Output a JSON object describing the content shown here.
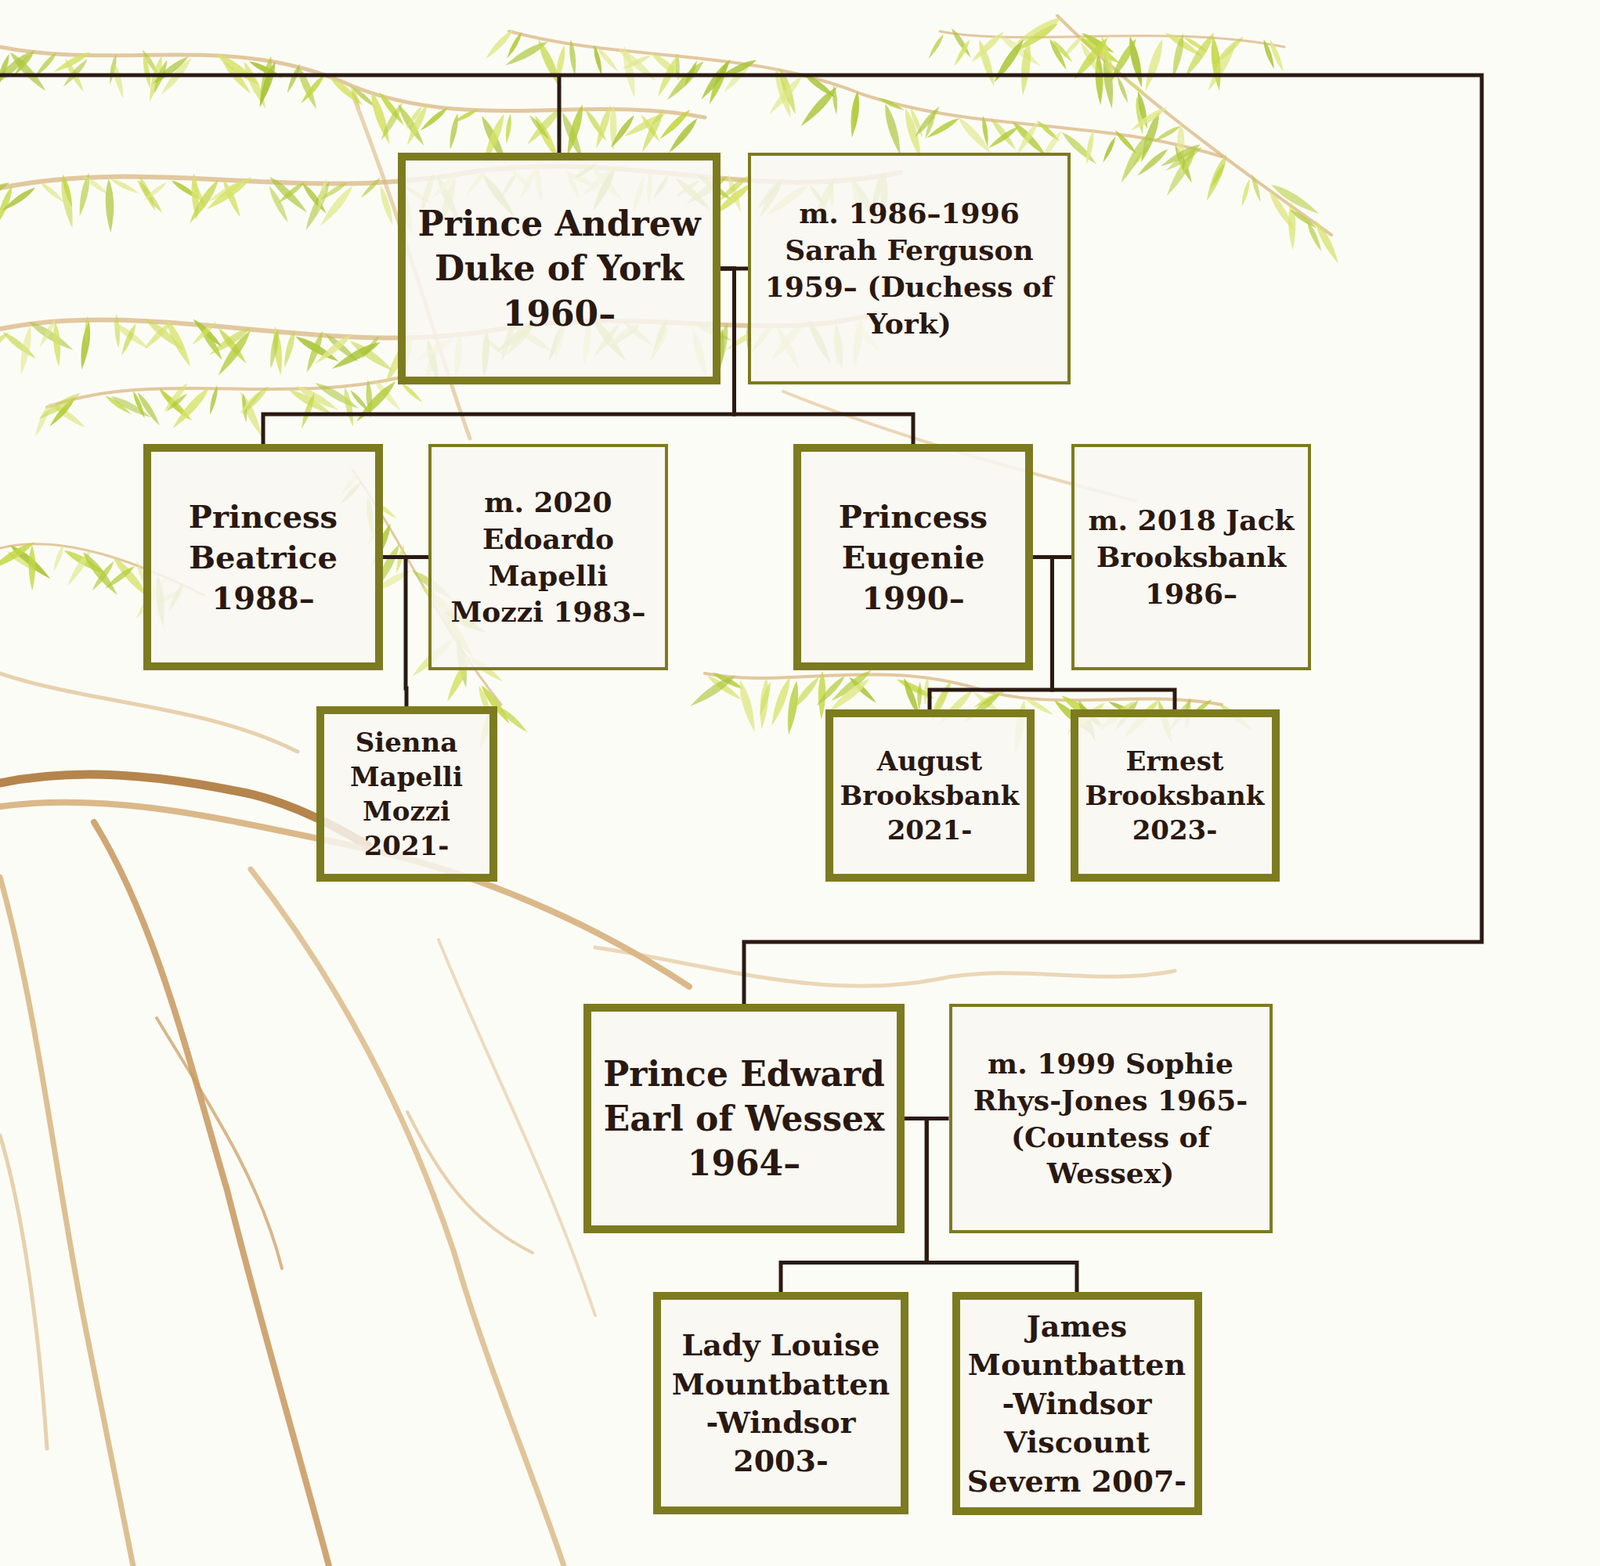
{
  "diagram": {
    "nodes": [
      {
        "text": [
          "Prince Andrew Duke of York 1960–"
        ]
      },
      {
        "text": [
          "m. 1986–1996 Sarah Ferguson 1959– (Duchess of York)"
        ]
      },
      {
        "text": [
          "Princess Beatrice 1988–"
        ]
      },
      {
        "text": [
          "m. 2020 Edoardo Mapelli Mozzi 1983–"
        ]
      },
      {
        "text": [
          "Princess Eugenie 1990–"
        ]
      },
      {
        "text": [
          "m. 2018 Jack Brooksbank 1986–"
        ]
      },
      {
        "text": [
          "Sienna Mapelli Mozzi 2021-"
        ]
      },
      {
        "text": [
          "August Brooksbank 2021-"
        ]
      },
      {
        "text": [
          "Ernest Brooksbank 2023-"
        ]
      },
      {
        "text": [
          "Prince Edward Earl of Wessex 1964–"
        ]
      },
      {
        "text": [
          "m. 1999 Sophie Rhys-Jones 1965- (Countess of Wessex)"
        ]
      },
      {
        "text": [
          "Lady Louise Mountbatten -Windsor 2003-"
        ]
      },
      {
        "text": [
          "James Mountbatten -Windsor Viscount Severn 2007-"
        ]
      }
    ],
    "edges": [
      {
        "from": 0,
        "to": 1,
        "arrow": "none"
      },
      {
        "from": 0,
        "to": 2,
        "arrow": "none"
      },
      {
        "from": 0,
        "to": 4,
        "arrow": "none"
      },
      {
        "from": 2,
        "to": 3,
        "arrow": "none"
      },
      {
        "from": 2,
        "to": 6,
        "arrow": "none"
      },
      {
        "from": 4,
        "to": 5,
        "arrow": "none"
      },
      {
        "from": 4,
        "to": 7,
        "arrow": "none"
      },
      {
        "from": 4,
        "to": 8,
        "arrow": "none"
      },
      {
        "from": 9,
        "to": 10,
        "arrow": "none"
      },
      {
        "from": 9,
        "to": 11,
        "arrow": "none"
      },
      {
        "from": 9,
        "to": 12,
        "arrow": "none"
      }
    ]
  }
}
